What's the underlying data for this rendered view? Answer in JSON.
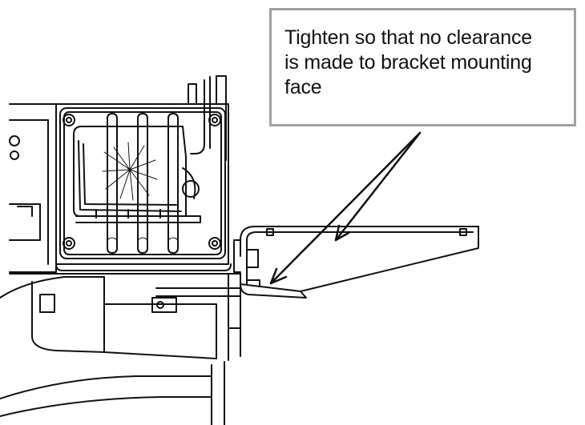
{
  "callout": {
    "lines": [
      "Tighten so that no clearance",
      "is made to bracket mounting",
      "face"
    ]
  },
  "colors": {
    "line": "#111111",
    "box_border": "#a0a0a0",
    "background": "#ffffff"
  }
}
